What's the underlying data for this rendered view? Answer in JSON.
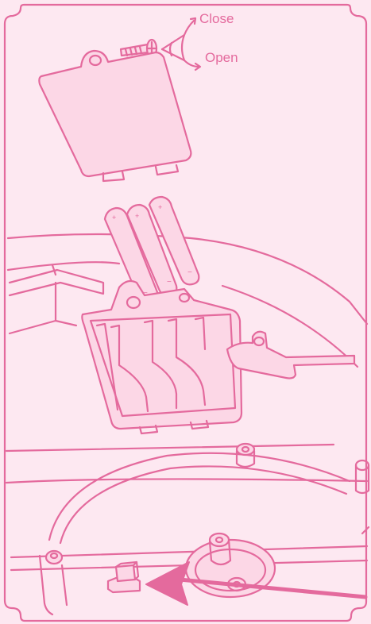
{
  "labels": {
    "close": "Close",
    "open": "Open"
  },
  "colors": {
    "background": "#fde8f1",
    "line": "#e46a9d",
    "fill": "#fcd7e6",
    "arrow": "#e46a9d"
  },
  "icons": {
    "screw": "screw-icon",
    "battery_plus": "plus-sign",
    "battery_minus": "minus-sign"
  }
}
